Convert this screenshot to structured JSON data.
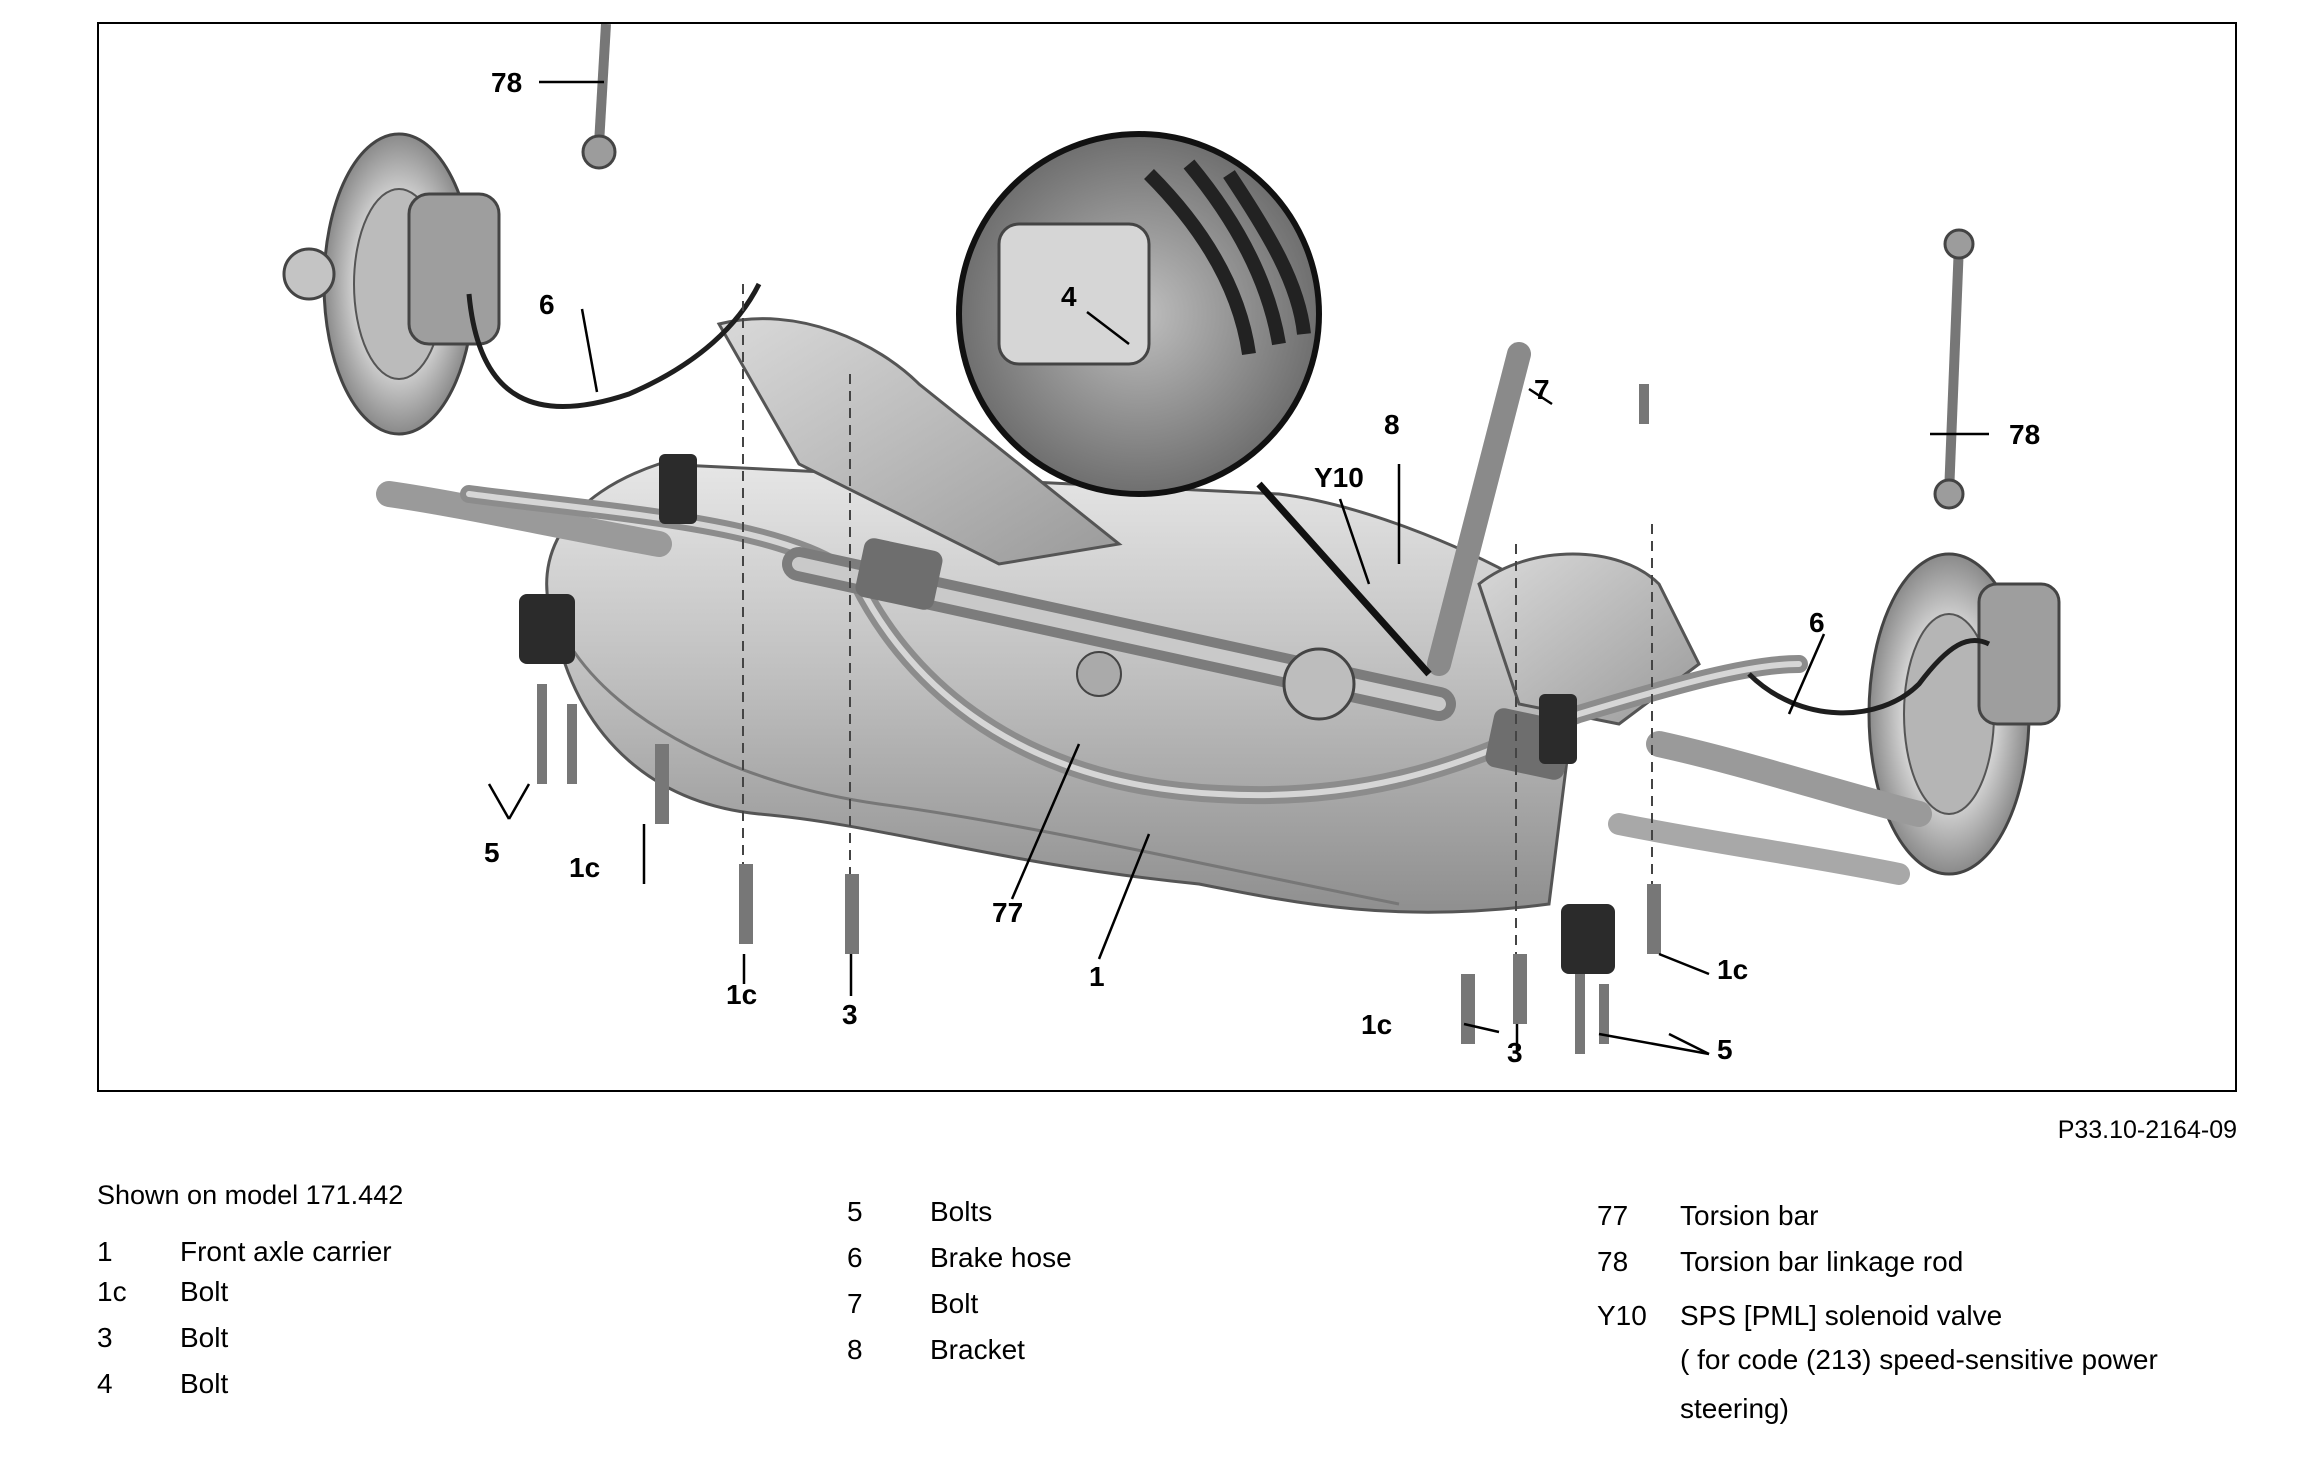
{
  "figure": {
    "reference_code": "P33.10-2164-09",
    "callouts": [
      "78",
      "6",
      "4",
      "8",
      "Y10",
      "7",
      "78",
      "6",
      "5",
      "1c",
      "1c",
      "3",
      "77",
      "1",
      "1c",
      "3",
      "1c",
      "5"
    ]
  },
  "legend": {
    "shown_on": "Shown on model 171.442",
    "col1": [
      {
        "num": "1",
        "text": "Front axle carrier"
      },
      {
        "num": "1c",
        "text": "Bolt"
      },
      {
        "num": "3",
        "text": "Bolt"
      },
      {
        "num": "4",
        "text": "Bolt"
      }
    ],
    "col2": [
      {
        "num": "5",
        "text": "Bolts"
      },
      {
        "num": "6",
        "text": "Brake hose"
      },
      {
        "num": "7",
        "text": "Bolt"
      },
      {
        "num": "8",
        "text": "Bracket"
      }
    ],
    "col3": [
      {
        "num": "77",
        "text": "Torsion bar"
      },
      {
        "num": "78",
        "text": "Torsion bar linkage rod"
      },
      {
        "num": "Y10",
        "text": "SPS [PML] solenoid valve",
        "text2": "( for code (213) speed-sensitive power",
        "text3": "steering)"
      }
    ]
  }
}
